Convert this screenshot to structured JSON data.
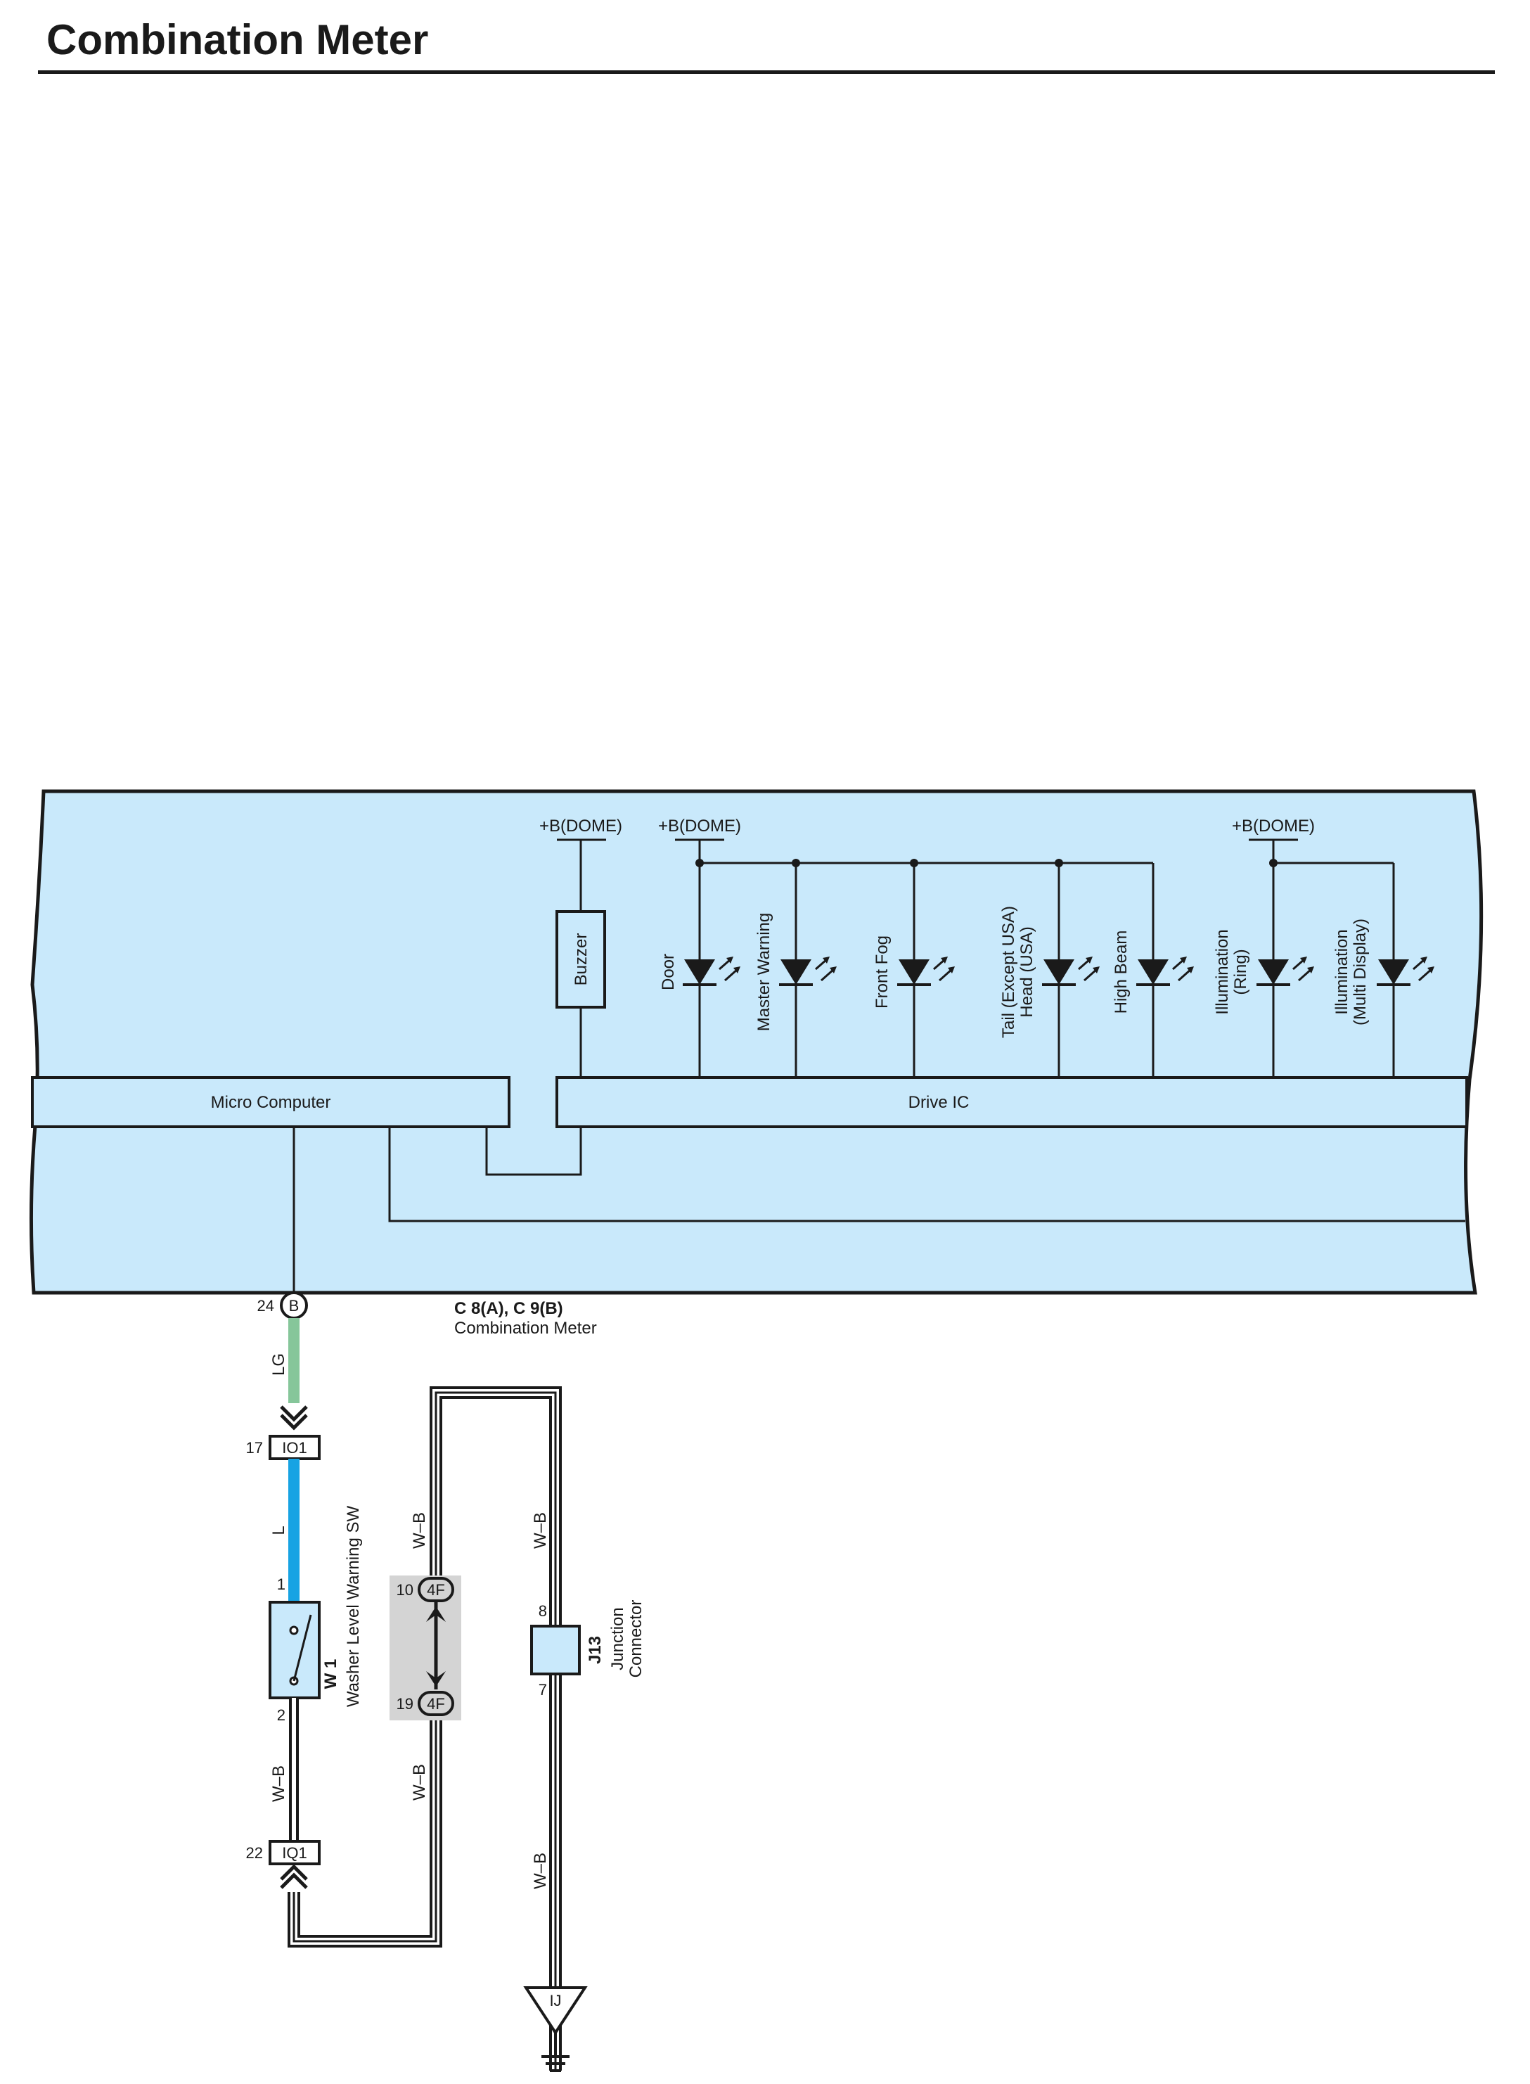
{
  "page": {
    "title": "Combination Meter"
  },
  "meter": {
    "micro_computer": "Micro Computer",
    "drive_ic": "Drive IC",
    "buzzer": "Buzzer",
    "power_labels": [
      "+B(DOME)",
      "+B(DOME)",
      "+B(DOME)"
    ],
    "leds": [
      {
        "line1": "Door",
        "line2": ""
      },
      {
        "line1": "Master Warning",
        "line2": ""
      },
      {
        "line1": "Front Fog",
        "line2": ""
      },
      {
        "line1": "Tail (Except USA)",
        "line2": "Head (USA)"
      },
      {
        "line1": "High Beam",
        "line2": ""
      },
      {
        "line1": "Illumination",
        "line2": "(Ring)"
      },
      {
        "line1": "Illumination",
        "line2": "(Multi Display)"
      }
    ],
    "connector_id": "C 8(A), C 9(B)",
    "connector_name": "Combination Meter",
    "pin_24": "24",
    "pin_24_letter": "B"
  },
  "wires": {
    "lg": "LG",
    "l": "L",
    "wb": "W–B"
  },
  "connectors": {
    "io1_pin": "17",
    "io1": "IO1",
    "iq1_pin": "22",
    "iq1": "IQ1",
    "f4_top_pin": "10",
    "f4_bot_pin": "19",
    "f4": "4F"
  },
  "switch": {
    "id": "W 1",
    "name": "Washer Level Warning SW",
    "pin_1": "1",
    "pin_2": "2"
  },
  "junction": {
    "id": "J13",
    "name_line1": "Junction",
    "name_line2": "Connector",
    "pin_8": "8",
    "pin_7": "7"
  },
  "ground": {
    "label": "IJ"
  },
  "colors": {
    "meter_fill": "#c9e9fb",
    "lg_wire": "#86c69a",
    "l_wire": "#17a3e3",
    "gray_box": "#d4d4d4",
    "ink": "#1a1a1a"
  }
}
